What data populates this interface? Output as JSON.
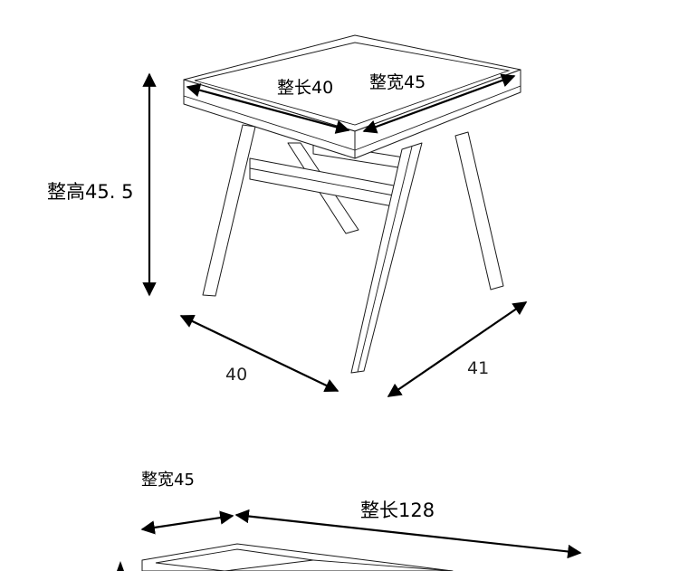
{
  "stool": {
    "length_label": "整长40",
    "width_label": "整宽45",
    "height_label": "整高45. 5",
    "base_depth_label": "40",
    "base_width_label": "41"
  },
  "bench": {
    "width_label": "整宽45",
    "length_label": "整长128"
  },
  "colors": {
    "line": "#1a1a1a",
    "background": "#ffffff"
  }
}
